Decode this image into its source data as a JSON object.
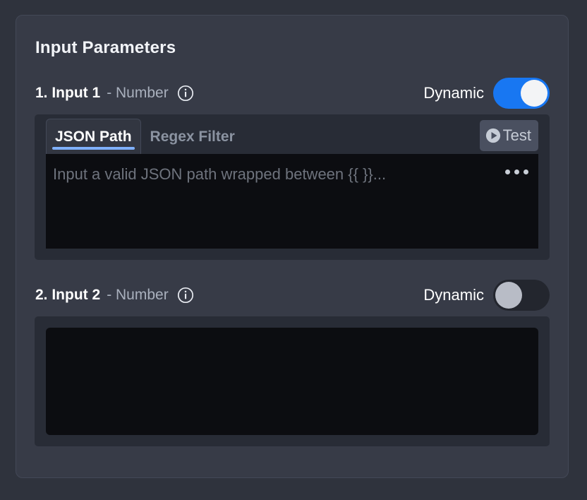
{
  "panel": {
    "title": "Input Parameters"
  },
  "parameters": [
    {
      "index": "1.",
      "name": "Input 1",
      "index_name": "1. Input 1",
      "type_separator": "-",
      "type": "Number",
      "type_display": "- Number",
      "info_icon": "info-circle-icon",
      "dynamic_label": "Dynamic",
      "dynamic_enabled": true,
      "tabs": [
        {
          "label": "JSON Path",
          "active": true
        },
        {
          "label": "Regex Filter",
          "active": false
        }
      ],
      "test_button": {
        "label": "Test",
        "icon": "play-circle-icon"
      },
      "editor": {
        "value": "",
        "placeholder": "Input a valid JSON path wrapped between {{ }}...",
        "overflow_menu_icon": "ellipsis-horizontal-icon"
      }
    },
    {
      "index": "2.",
      "name": "Input 2",
      "index_name": "2. Input 2",
      "type_separator": "-",
      "type": "Number",
      "type_display": "- Number",
      "info_icon": "info-circle-icon",
      "dynamic_label": "Dynamic",
      "dynamic_enabled": false,
      "editor": {
        "value": "",
        "placeholder": ""
      }
    }
  ],
  "colors": {
    "page_background": "#2f333d",
    "card_background": "#373b47",
    "section_background": "#282c36",
    "editor_background": "#0c0d11",
    "toggle_on": "#1877f2",
    "toggle_off": "#23262e",
    "tab_underline": "#7fb0fb",
    "muted_text": "#8b93a1",
    "test_button_background": "#4a5060"
  }
}
